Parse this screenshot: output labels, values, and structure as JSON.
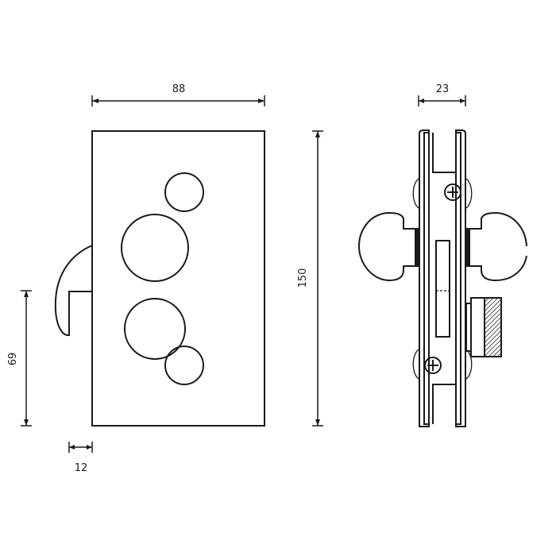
{
  "dimensions": {
    "width": "88",
    "height": "150",
    "offset": "69",
    "hook_depth": "12",
    "thickness": "23"
  },
  "colors": {
    "line": "#1a1a1a",
    "background": "#ffffff"
  }
}
